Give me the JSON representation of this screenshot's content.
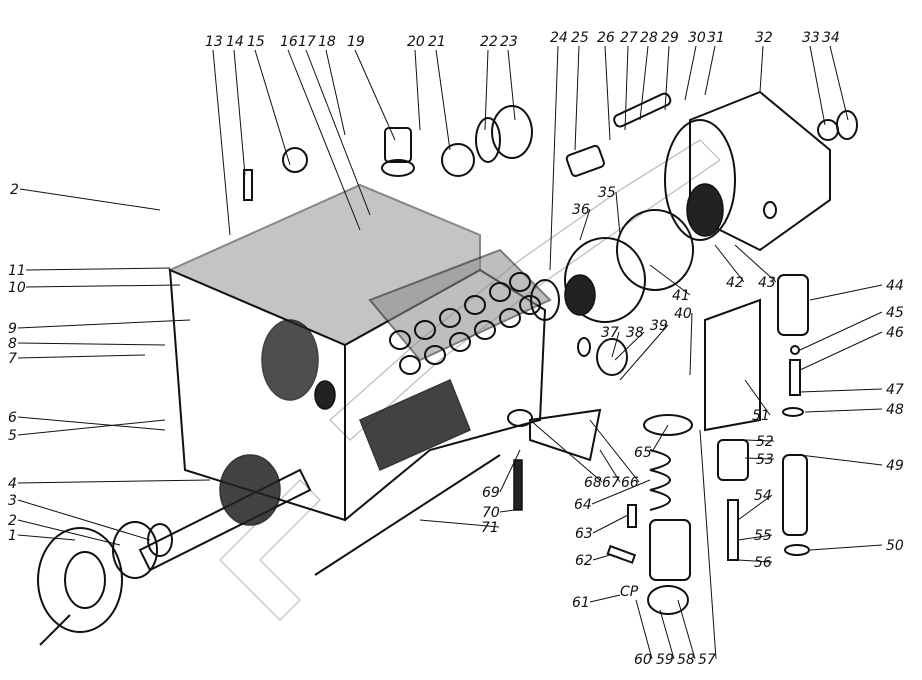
{
  "diagram": {
    "type": "exploded parts diagram",
    "callouts": [
      "13",
      "14",
      "15",
      "16",
      "17",
      "18",
      "19",
      "20",
      "21",
      "22",
      "23",
      "24",
      "25",
      "26",
      "27",
      "28",
      "29",
      "30",
      "31",
      "32",
      "33",
      "34",
      "2",
      "11",
      "10",
      "9",
      "8",
      "7",
      "6",
      "5",
      "4",
      "3",
      "2",
      "1",
      "35",
      "36",
      "37",
      "38",
      "39",
      "40",
      "41",
      "42",
      "43",
      "44",
      "45",
      "46",
      "47",
      "48",
      "49",
      "50",
      "51",
      "52",
      "53",
      "54",
      "55",
      "56",
      "57",
      "58",
      "59",
      "60",
      "61",
      "62",
      "63",
      "64",
      "65",
      "66",
      "67",
      "68",
      "69",
      "70",
      "71"
    ],
    "annotation": "СР",
    "line_color": "#111111",
    "background": "#ffffff"
  }
}
